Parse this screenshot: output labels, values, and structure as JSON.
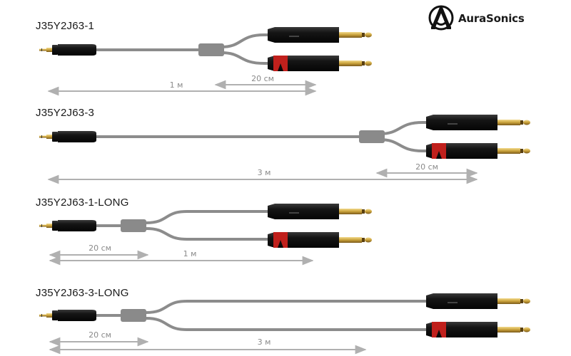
{
  "brand": {
    "name": "AuraSonics",
    "icon": "aurasonics-logo-icon"
  },
  "colors": {
    "cable": "#8c8c8c",
    "jack_body": "#1c1c1c",
    "red_ring": "#c0201c",
    "gold": "#c9a13a",
    "dimension": "#b0b0b0",
    "dimension_text": "#8a8a8a"
  },
  "cables": [
    {
      "model": "J35Y2J63-1",
      "total_length": "1 м",
      "split_length": "20 см"
    },
    {
      "model": "J35Y2J63-3",
      "total_length": "3 м",
      "split_length": "20 см"
    },
    {
      "model": "J35Y2J63-1-LONG",
      "total_length": "1 м",
      "split_length": "20 см"
    },
    {
      "model": "J35Y2J63-3-LONG",
      "total_length": "3 м",
      "split_length": "20 см"
    }
  ]
}
